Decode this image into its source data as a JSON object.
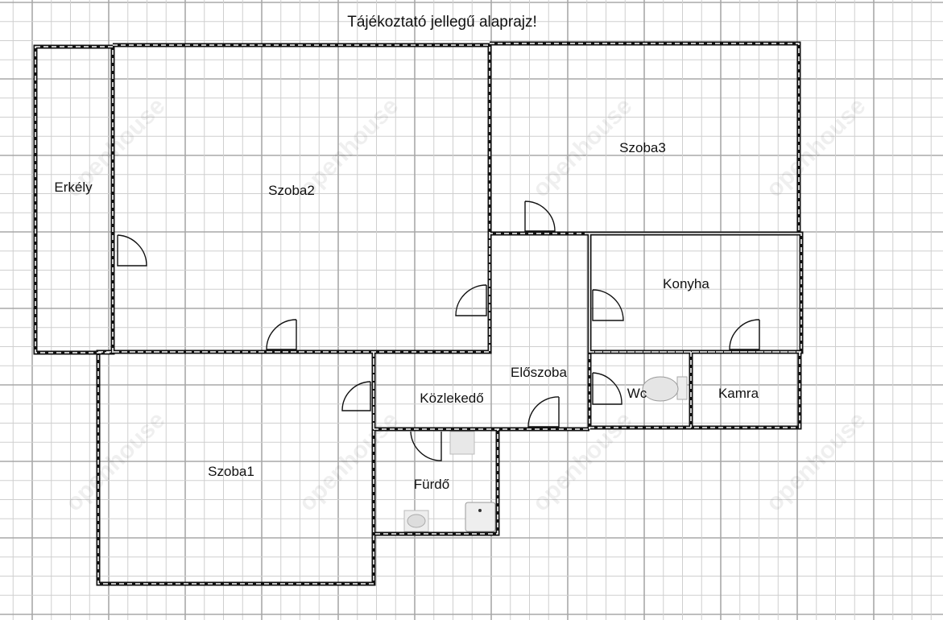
{
  "title": "Tájékoztató jellegű alaprajz!",
  "rooms": {
    "erkely": "Erkély",
    "szoba2": "Szoba2",
    "szoba3": "Szoba3",
    "konyha": "Konyha",
    "eloszoba": "Előszoba",
    "kozlekedo": "Közlekedő",
    "wc": "Wc",
    "kamra": "Kamra",
    "szoba1": "Szoba1",
    "furdo": "Fürdő"
  },
  "watermark": "openhouse",
  "colors": {
    "wall": "#111111",
    "grid_minor": "#cfcfcf",
    "grid_major": "#a8a8a8"
  }
}
